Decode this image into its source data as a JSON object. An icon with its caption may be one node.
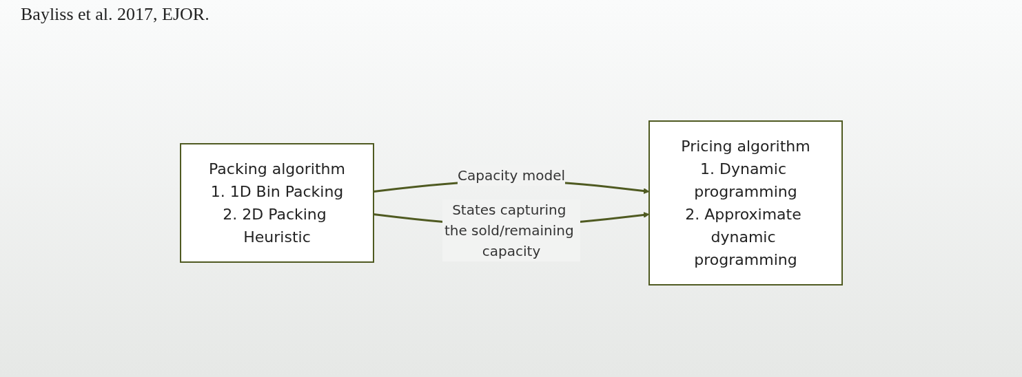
{
  "diagram": {
    "nodes": [
      {
        "text": [
          "Packing algorithm",
          "1. 1D Bin Packing",
          "2. 2D Packing Heuristic"
        ]
      },
      {
        "text": [
          "Pricing algorithm",
          "1. Dynamic programming",
          "2. Approximate dynamic programming"
        ]
      }
    ],
    "edges": [
      {
        "from": 0,
        "to": 1,
        "arrow": "to",
        "label": "Capacity model"
      },
      {
        "from": 0,
        "to": 1,
        "arrow": "to",
        "label": "States capturing the sold/remaining capacity"
      }
    ],
    "labels": [
      "Bayliss et al. 2017, EJOR."
    ]
  }
}
